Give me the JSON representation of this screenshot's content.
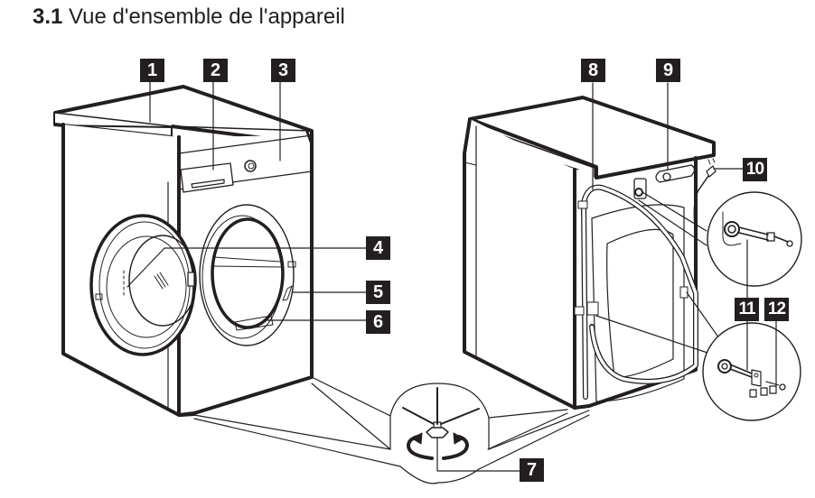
{
  "heading": {
    "number": "3.1",
    "text": "Vue d'ensemble de l'appareil"
  },
  "views": [
    {
      "name": "front-view",
      "description": "Machine seen from front with door open"
    },
    {
      "name": "rear-view",
      "description": "Machine seen from rear with hoses"
    }
  ],
  "callouts": [
    {
      "id": "1",
      "label": "1",
      "target": "worktop"
    },
    {
      "id": "2",
      "label": "2",
      "target": "detergent-dispenser"
    },
    {
      "id": "3",
      "label": "3",
      "target": "control-panel"
    },
    {
      "id": "4",
      "label": "4",
      "target": "door-handle"
    },
    {
      "id": "5",
      "label": "5",
      "target": "door-handle-grip"
    },
    {
      "id": "6",
      "label": "6",
      "target": "rating-plate"
    },
    {
      "id": "7",
      "label": "7",
      "target": "adjustable-feet"
    },
    {
      "id": "8",
      "label": "8",
      "target": "drain-hose"
    },
    {
      "id": "9",
      "label": "9",
      "target": "inlet-valve"
    },
    {
      "id": "10",
      "label": "10",
      "target": "mains-cable"
    },
    {
      "id": "11",
      "label": "11",
      "target": "transit-bolts"
    },
    {
      "id": "12",
      "label": "12",
      "target": "hose-support"
    }
  ],
  "colors": {
    "ink": "#231f20",
    "callout_bg": "#231f20",
    "callout_text": "#ffffff",
    "background": "#ffffff"
  }
}
